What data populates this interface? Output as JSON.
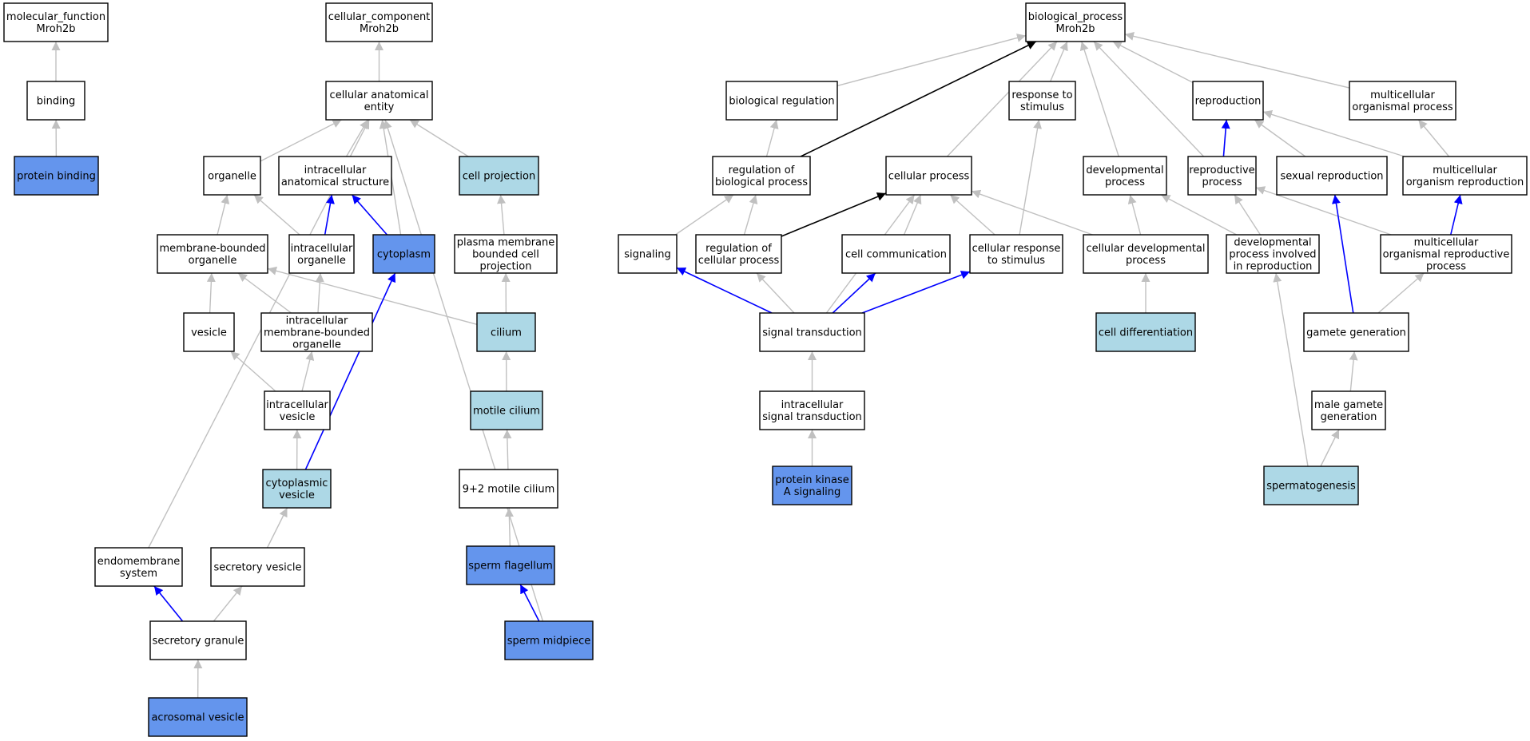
{
  "colors": {
    "plain": "#ffffff",
    "light": "#add8e6",
    "strong": "#6495ed",
    "edge_gray": "#c0c0c0",
    "edge_blue": "#0000ff",
    "edge_black": "#000000"
  },
  "nodes": {
    "mf_root": {
      "lines": [
        "molecular_function",
        "Mroh2b"
      ],
      "fill": "plain"
    },
    "binding": {
      "lines": [
        "binding"
      ],
      "fill": "plain"
    },
    "protein_binding": {
      "lines": [
        "protein binding"
      ],
      "fill": "strong"
    },
    "cc_root": {
      "lines": [
        "cellular_component",
        "Mroh2b"
      ],
      "fill": "plain"
    },
    "cae": {
      "lines": [
        "cellular anatomical",
        "entity"
      ],
      "fill": "plain"
    },
    "organelle": {
      "lines": [
        "organelle"
      ],
      "fill": "plain"
    },
    "ias": {
      "lines": [
        "intracellular",
        "anatomical structure"
      ],
      "fill": "plain"
    },
    "cell_projection": {
      "lines": [
        "cell projection"
      ],
      "fill": "light"
    },
    "mbo": {
      "lines": [
        "membrane-bounded",
        "organelle"
      ],
      "fill": "plain"
    },
    "io": {
      "lines": [
        "intracellular",
        "organelle"
      ],
      "fill": "plain"
    },
    "cytoplasm": {
      "lines": [
        "cytoplasm"
      ],
      "fill": "strong"
    },
    "pmbcp": {
      "lines": [
        "plasma membrane",
        "bounded cell",
        "projection"
      ],
      "fill": "plain"
    },
    "vesicle": {
      "lines": [
        "vesicle"
      ],
      "fill": "plain"
    },
    "imbo": {
      "lines": [
        "intracellular",
        "membrane-bounded",
        "organelle"
      ],
      "fill": "plain"
    },
    "cilium": {
      "lines": [
        "cilium"
      ],
      "fill": "light"
    },
    "iv": {
      "lines": [
        "intracellular",
        "vesicle"
      ],
      "fill": "plain"
    },
    "motile_cilium": {
      "lines": [
        "motile cilium"
      ],
      "fill": "light"
    },
    "cyto_vesicle": {
      "lines": [
        "cytoplasmic",
        "vesicle"
      ],
      "fill": "light"
    },
    "mc92": {
      "lines": [
        "9+2 motile cilium"
      ],
      "fill": "plain"
    },
    "endomembrane": {
      "lines": [
        "endomembrane",
        "system"
      ],
      "fill": "plain"
    },
    "secretory_vesicle": {
      "lines": [
        "secretory vesicle"
      ],
      "fill": "plain"
    },
    "sperm_flagellum": {
      "lines": [
        "sperm flagellum"
      ],
      "fill": "strong"
    },
    "secretory_granule": {
      "lines": [
        "secretory granule"
      ],
      "fill": "plain"
    },
    "sperm_midpiece": {
      "lines": [
        "sperm midpiece"
      ],
      "fill": "strong"
    },
    "acrosomal_vesicle": {
      "lines": [
        "acrosomal vesicle"
      ],
      "fill": "strong"
    },
    "bp_root": {
      "lines": [
        "biological_process",
        "Mroh2b"
      ],
      "fill": "plain"
    },
    "bio_reg": {
      "lines": [
        "biological regulation"
      ],
      "fill": "plain"
    },
    "resp_stim": {
      "lines": [
        "response to",
        "stimulus"
      ],
      "fill": "plain"
    },
    "reproduction": {
      "lines": [
        "reproduction"
      ],
      "fill": "plain"
    },
    "mop": {
      "lines": [
        "multicellular",
        "organismal process"
      ],
      "fill": "plain"
    },
    "reg_bp": {
      "lines": [
        "regulation of",
        "biological process"
      ],
      "fill": "plain"
    },
    "cellular_process": {
      "lines": [
        "cellular process"
      ],
      "fill": "plain"
    },
    "dev_process": {
      "lines": [
        "developmental",
        "process"
      ],
      "fill": "plain"
    },
    "repro_process": {
      "lines": [
        "reproductive",
        "process"
      ],
      "fill": "plain"
    },
    "sexual_repro": {
      "lines": [
        "sexual reproduction"
      ],
      "fill": "plain"
    },
    "mor": {
      "lines": [
        "multicellular",
        "organism reproduction"
      ],
      "fill": "plain"
    },
    "signaling": {
      "lines": [
        "signaling"
      ],
      "fill": "plain"
    },
    "reg_cp": {
      "lines": [
        "regulation of",
        "cellular process"
      ],
      "fill": "plain"
    },
    "cell_comm": {
      "lines": [
        "cell communication"
      ],
      "fill": "plain"
    },
    "cell_resp": {
      "lines": [
        "cellular response",
        "to stimulus"
      ],
      "fill": "plain"
    },
    "cell_dev": {
      "lines": [
        "cellular developmental",
        "process"
      ],
      "fill": "plain"
    },
    "dev_repro": {
      "lines": [
        "developmental",
        "process involved",
        "in reproduction"
      ],
      "fill": "plain"
    },
    "morp": {
      "lines": [
        "multicellular",
        "organismal reproductive",
        "process"
      ],
      "fill": "plain"
    },
    "signal_trans": {
      "lines": [
        "signal transduction"
      ],
      "fill": "plain"
    },
    "cell_diff": {
      "lines": [
        "cell differentiation"
      ],
      "fill": "light"
    },
    "gamete_gen": {
      "lines": [
        "gamete generation"
      ],
      "fill": "plain"
    },
    "intra_signal": {
      "lines": [
        "intracellular",
        "signal transduction"
      ],
      "fill": "plain"
    },
    "male_gamete": {
      "lines": [
        "male gamete",
        "generation"
      ],
      "fill": "plain"
    },
    "pka": {
      "lines": [
        "protein kinase",
        "A signaling"
      ],
      "fill": "strong"
    },
    "spermatogenesis": {
      "lines": [
        "spermatogenesis"
      ],
      "fill": "light"
    }
  },
  "edges": [
    {
      "from": "binding",
      "to": "mf_root",
      "style": "gray"
    },
    {
      "from": "protein_binding",
      "to": "binding",
      "style": "gray"
    },
    {
      "from": "cae",
      "to": "cc_root",
      "style": "gray"
    },
    {
      "from": "organelle",
      "to": "cae",
      "style": "gray"
    },
    {
      "from": "ias",
      "to": "cae",
      "style": "gray"
    },
    {
      "from": "cell_projection",
      "to": "cae",
      "style": "gray"
    },
    {
      "from": "cytoplasm",
      "to": "cae",
      "style": "gray"
    },
    {
      "from": "endomembrane",
      "to": "cae",
      "style": "gray"
    },
    {
      "from": "sperm_midpiece",
      "to": "cae",
      "style": "gray"
    },
    {
      "from": "mbo",
      "to": "organelle",
      "style": "gray"
    },
    {
      "from": "io",
      "to": "organelle",
      "style": "gray"
    },
    {
      "from": "io",
      "to": "ias",
      "style": "blue"
    },
    {
      "from": "cytoplasm",
      "to": "ias",
      "style": "blue"
    },
    {
      "from": "pmbcp",
      "to": "cell_projection",
      "style": "gray"
    },
    {
      "from": "vesicle",
      "to": "mbo",
      "style": "gray"
    },
    {
      "from": "imbo",
      "to": "mbo",
      "style": "gray"
    },
    {
      "from": "cilium",
      "to": "mbo",
      "style": "gray"
    },
    {
      "from": "imbo",
      "to": "io",
      "style": "gray"
    },
    {
      "from": "cilium",
      "to": "pmbcp",
      "style": "gray"
    },
    {
      "from": "iv",
      "to": "vesicle",
      "style": "gray"
    },
    {
      "from": "iv",
      "to": "imbo",
      "style": "gray"
    },
    {
      "from": "motile_cilium",
      "to": "cilium",
      "style": "gray"
    },
    {
      "from": "cyto_vesicle",
      "to": "iv",
      "style": "gray"
    },
    {
      "from": "cyto_vesicle",
      "to": "cytoplasm",
      "style": "blue"
    },
    {
      "from": "mc92",
      "to": "motile_cilium",
      "style": "gray"
    },
    {
      "from": "secretory_vesicle",
      "to": "cyto_vesicle",
      "style": "gray"
    },
    {
      "from": "sperm_flagellum",
      "to": "mc92",
      "style": "gray"
    },
    {
      "from": "secretory_granule",
      "to": "endomembrane",
      "style": "blue"
    },
    {
      "from": "secretory_granule",
      "to": "secretory_vesicle",
      "style": "gray"
    },
    {
      "from": "sperm_midpiece",
      "to": "sperm_flagellum",
      "style": "blue"
    },
    {
      "from": "acrosomal_vesicle",
      "to": "secretory_granule",
      "style": "gray"
    },
    {
      "from": "bio_reg",
      "to": "bp_root",
      "style": "gray"
    },
    {
      "from": "resp_stim",
      "to": "bp_root",
      "style": "gray"
    },
    {
      "from": "reproduction",
      "to": "bp_root",
      "style": "gray"
    },
    {
      "from": "mop",
      "to": "bp_root",
      "style": "gray"
    },
    {
      "from": "reg_bp",
      "to": "bp_root",
      "style": "black"
    },
    {
      "from": "cellular_process",
      "to": "bp_root",
      "style": "gray"
    },
    {
      "from": "dev_process",
      "to": "bp_root",
      "style": "gray"
    },
    {
      "from": "repro_process",
      "to": "bp_root",
      "style": "gray"
    },
    {
      "from": "reg_bp",
      "to": "bio_reg",
      "style": "gray"
    },
    {
      "from": "repro_process",
      "to": "reproduction",
      "style": "blue"
    },
    {
      "from": "sexual_repro",
      "to": "reproduction",
      "style": "gray"
    },
    {
      "from": "mor",
      "to": "reproduction",
      "style": "gray"
    },
    {
      "from": "mor",
      "to": "mop",
      "style": "gray"
    },
    {
      "from": "signaling",
      "to": "reg_bp",
      "style": "gray"
    },
    {
      "from": "reg_cp",
      "to": "reg_bp",
      "style": "gray"
    },
    {
      "from": "reg_cp",
      "to": "cellular_process",
      "style": "black"
    },
    {
      "from": "cell_comm",
      "to": "cellular_process",
      "style": "gray"
    },
    {
      "from": "cell_resp",
      "to": "cellular_process",
      "style": "gray"
    },
    {
      "from": "cell_dev",
      "to": "cellular_process",
      "style": "gray"
    },
    {
      "from": "signal_trans",
      "to": "cellular_process",
      "style": "gray"
    },
    {
      "from": "cell_resp",
      "to": "resp_stim",
      "style": "gray"
    },
    {
      "from": "cell_dev",
      "to": "dev_process",
      "style": "gray"
    },
    {
      "from": "dev_repro",
      "to": "dev_process",
      "style": "gray"
    },
    {
      "from": "dev_repro",
      "to": "repro_process",
      "style": "gray"
    },
    {
      "from": "morp",
      "to": "repro_process",
      "style": "gray"
    },
    {
      "from": "morp",
      "to": "mor",
      "style": "blue"
    },
    {
      "from": "signal_trans",
      "to": "signaling",
      "style": "blue"
    },
    {
      "from": "signal_trans",
      "to": "reg_cp",
      "style": "gray"
    },
    {
      "from": "signal_trans",
      "to": "cell_comm",
      "style": "blue"
    },
    {
      "from": "signal_trans",
      "to": "cell_resp",
      "style": "blue"
    },
    {
      "from": "cell_diff",
      "to": "cell_dev",
      "style": "gray"
    },
    {
      "from": "gamete_gen",
      "to": "sexual_repro",
      "style": "blue"
    },
    {
      "from": "gamete_gen",
      "to": "morp",
      "style": "gray"
    },
    {
      "from": "intra_signal",
      "to": "signal_trans",
      "style": "gray"
    },
    {
      "from": "male_gamete",
      "to": "gamete_gen",
      "style": "gray"
    },
    {
      "from": "pka",
      "to": "intra_signal",
      "style": "gray"
    },
    {
      "from": "spermatogenesis",
      "to": "male_gamete",
      "style": "gray"
    },
    {
      "from": "spermatogenesis",
      "to": "dev_repro",
      "style": "gray"
    }
  ]
}
